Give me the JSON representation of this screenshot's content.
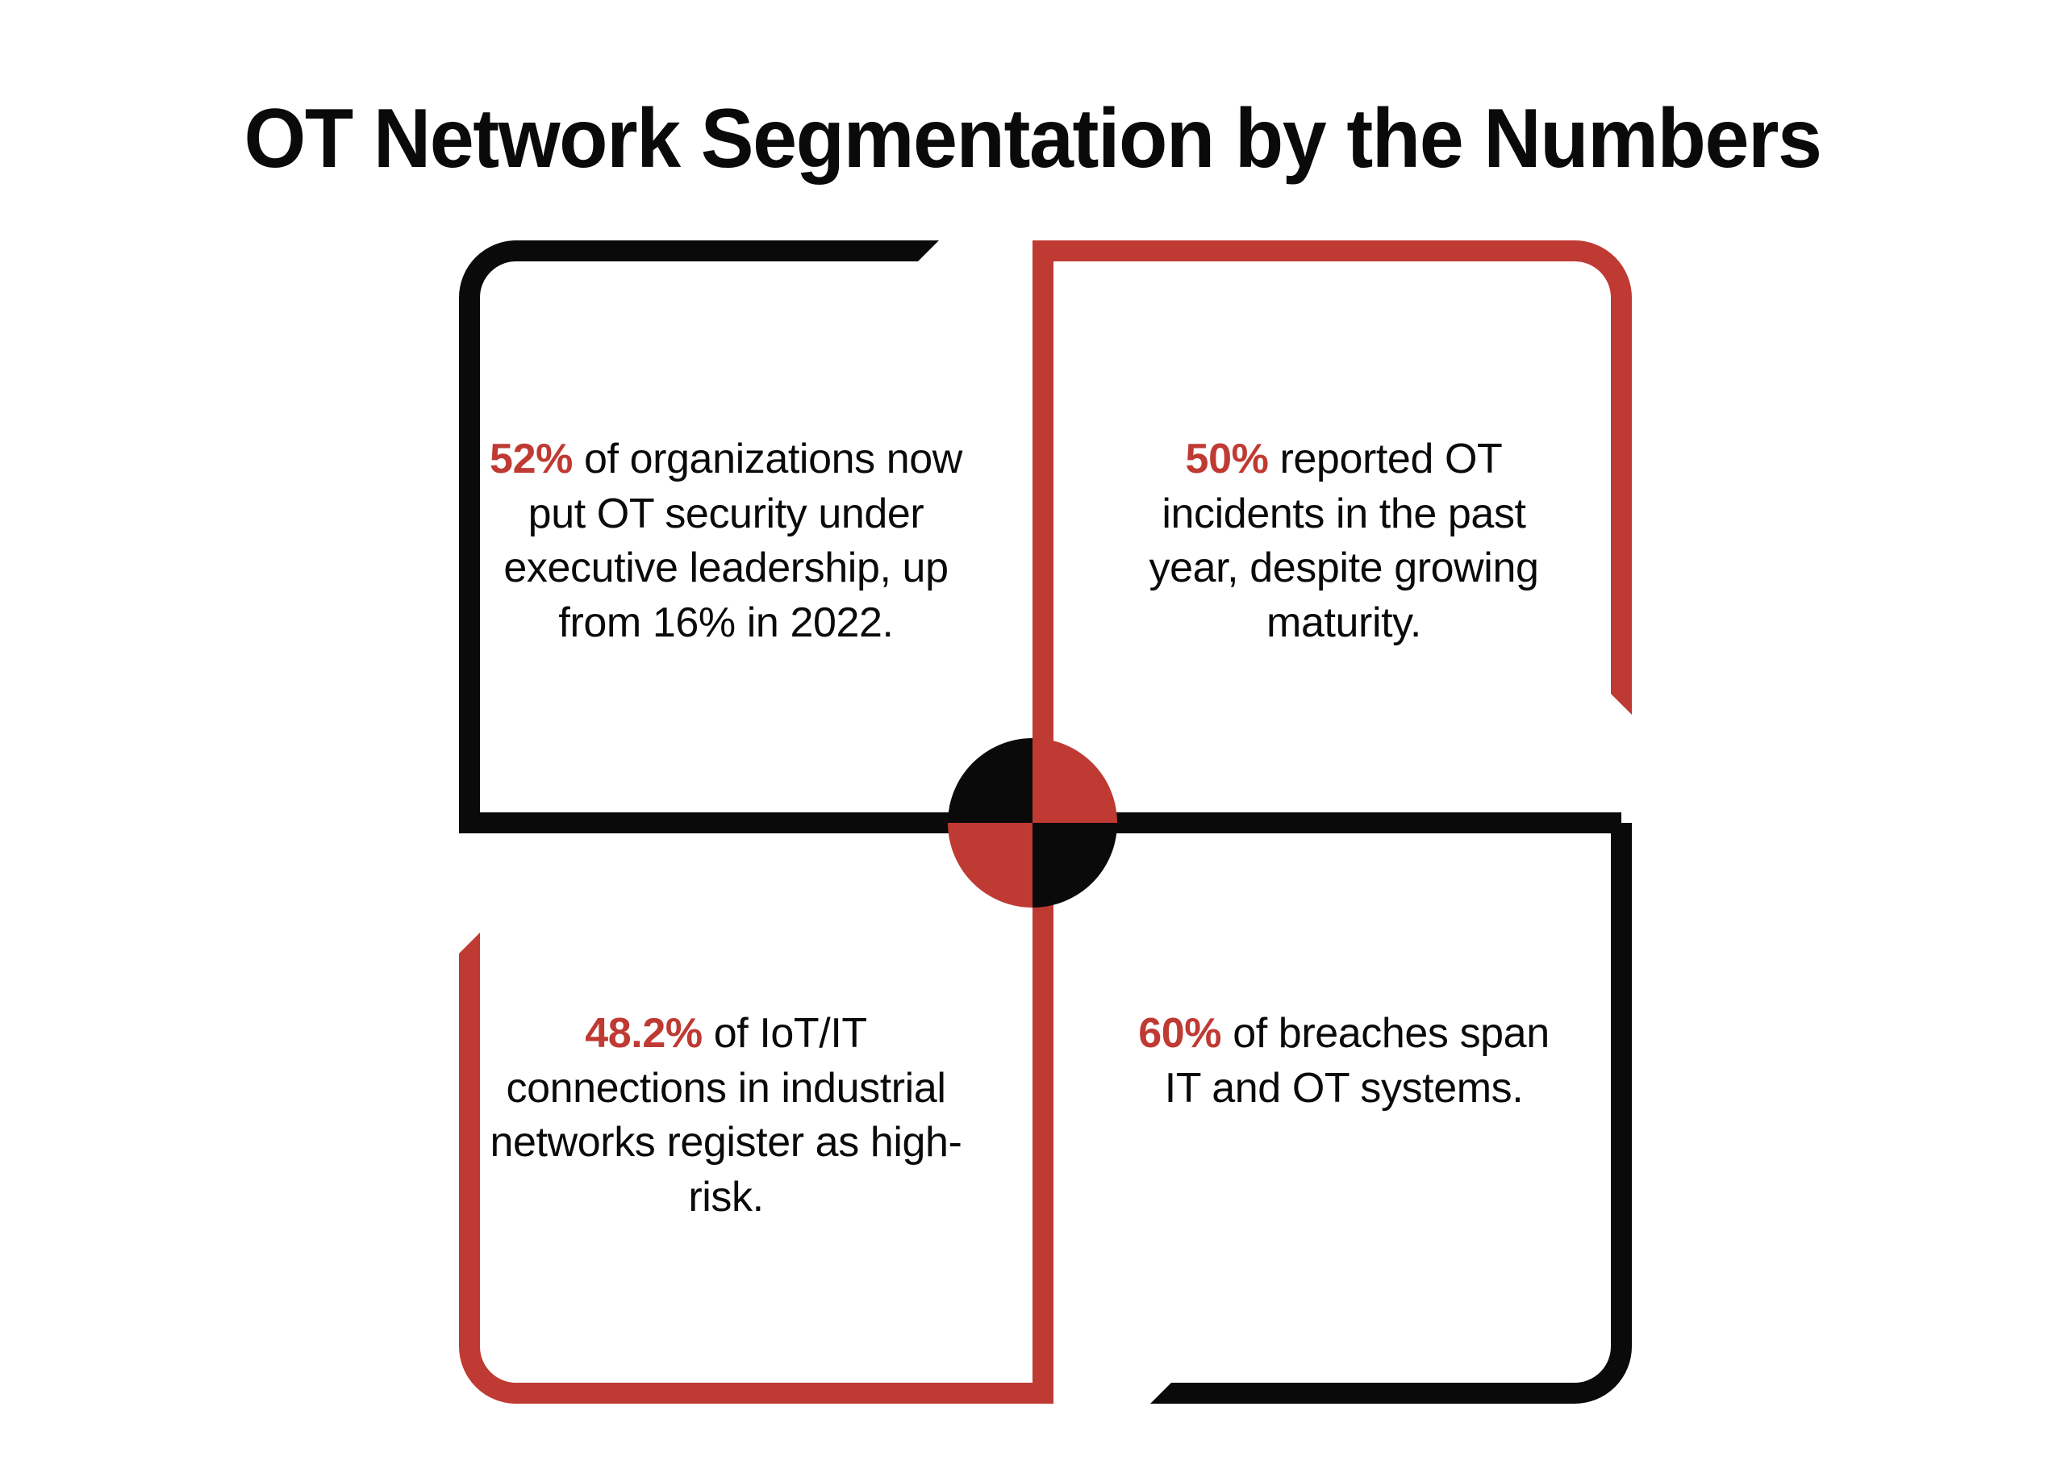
{
  "page": {
    "title": "OT Network Segmentation by the Numbers",
    "background_color": "#ffffff"
  },
  "colors": {
    "red": "#bf3a33",
    "black": "#0a0a0a",
    "white": "#ffffff"
  },
  "chart_data": {
    "type": "table",
    "title": "OT Network Segmentation by the Numbers",
    "xlabel": "",
    "ylabel": "",
    "categories": [
      "OT security under executive leadership",
      "Organizations reporting OT incidents in past year",
      "IoT/IT connections in industrial networks rated high-risk",
      "Breaches spanning IT and OT systems"
    ],
    "values": [
      52,
      50,
      48.2,
      60
    ],
    "value_labels": [
      "52%",
      "50%",
      "48.2%",
      "60%"
    ],
    "comparison_values": [
      16,
      null,
      null,
      null
    ],
    "comparison_labels": [
      "16% in 2022",
      null,
      null,
      null
    ],
    "units": "percent",
    "legend": [],
    "grid": false
  },
  "quadrants": [
    {
      "id": "quadrant-top-left",
      "position": "top-left",
      "frame_color": "#0a0a0a",
      "stat_value": "52%",
      "stat_text": " of organizations now put OT security under executive leadership, up from 16% in 2022.",
      "full_text": "52% of organizations now put OT security under executive leadership, up from 16% in 2022."
    },
    {
      "id": "quadrant-top-right",
      "position": "top-right",
      "frame_color": "#bf3a33",
      "stat_value": "50%",
      "stat_text": " reported OT incidents in the past year, despite growing maturity.",
      "full_text": "50% reported OT incidents in the past year, despite growing maturity."
    },
    {
      "id": "quadrant-bottom-left",
      "position": "bottom-left",
      "frame_color": "#bf3a33",
      "stat_value": "48.2%",
      "stat_text": " of IoT/IT connections in industrial networks register as high-risk.",
      "full_text": "48.2% of IoT/IT connections in industrial networks register as high-risk."
    },
    {
      "id": "quadrant-bottom-right",
      "position": "bottom-right",
      "frame_color": "#0a0a0a",
      "stat_value": "60%",
      "stat_text": " of breaches span IT and OT systems.",
      "full_text": "60% of breaches span IT and OT systems."
    }
  ],
  "center_emblem": {
    "name": "quartered-circle",
    "top_left_color": "#0a0a0a",
    "top_right_color": "#bf3a33",
    "bottom_left_color": "#bf3a33",
    "bottom_right_color": "#0a0a0a"
  }
}
